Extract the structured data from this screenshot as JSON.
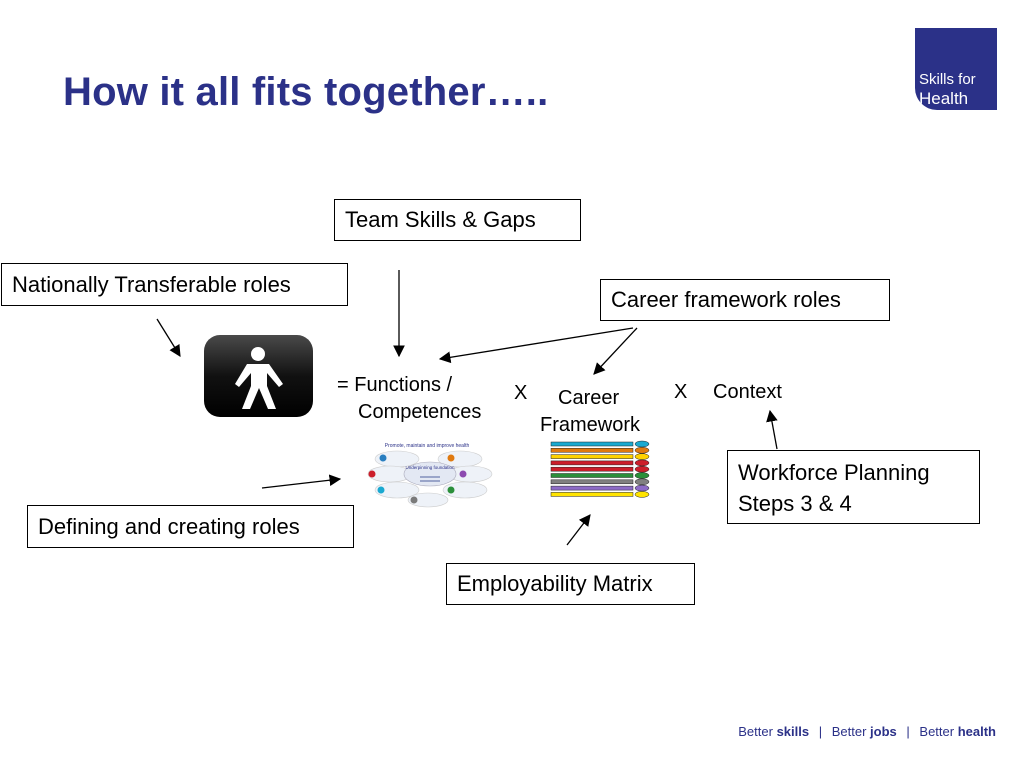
{
  "slide": {
    "title": "How it all fits together…..",
    "logo": {
      "line1": "Skills for",
      "line2": "Health"
    },
    "boxes": {
      "team_skills": "Team Skills & Gaps",
      "nationally_transferable": "Nationally Transferable roles",
      "career_framework_roles": "Career framework roles",
      "workforce_line1": "Workforce Planning",
      "workforce_line2": "Steps 3 & 4",
      "defining_roles": "Defining and creating roles",
      "employability_matrix": "Employability Matrix"
    },
    "labels": {
      "functions": "= Functions /",
      "competences": "Competences",
      "x1": "X",
      "career": "Career",
      "framework": "Framework",
      "x2": "X",
      "context": "Context"
    },
    "footer": {
      "part1_a": "Better ",
      "part1_b": "skills",
      "part2_a": "Better ",
      "part2_b": "jobs",
      "part3_a": "Better ",
      "part3_b": "health",
      "separator": "|"
    },
    "colors": {
      "title": "#2b3188",
      "logo_bg": "#2b3188",
      "bars": [
        "#1aa9d0",
        "#e07a10",
        "#ffd200",
        "#cc1f2b",
        "#cc1f2b",
        "#2b8f3a",
        "#808080",
        "#8d6cc7",
        "#ffe400"
      ]
    }
  }
}
